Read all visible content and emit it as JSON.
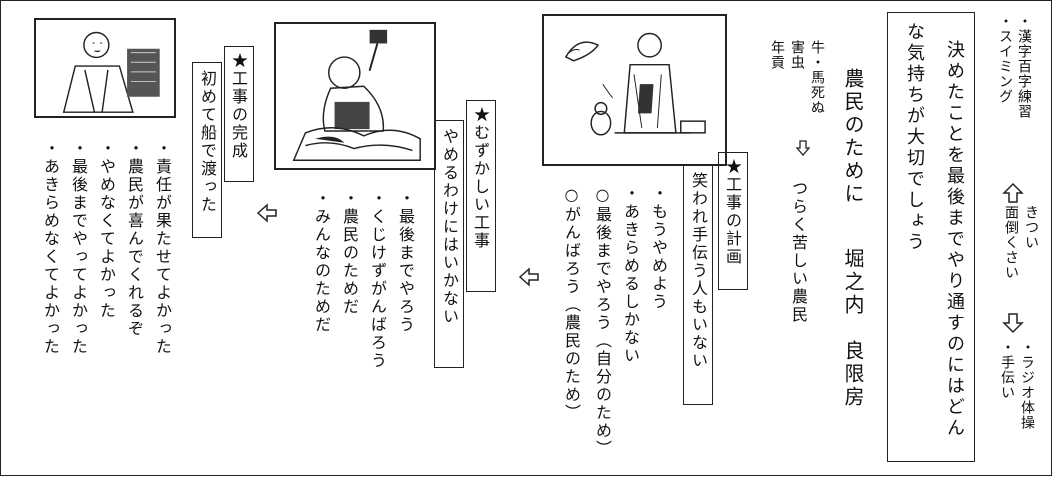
{
  "top_right": {
    "activities": [
      "・漢字百字練習",
      "・スイミング"
    ],
    "kitsui": "きつい",
    "mendou": "面倒くさい",
    "right_activities": [
      "・ラジオ体操",
      "・手伝い"
    ]
  },
  "theme_box": {
    "lines": [
      "決めたことを最後までやり通すのにはどん",
      "な気持ちが大切でしょう"
    ]
  },
  "title": {
    "main": "農民のために",
    "name": "堀之内　良限房"
  },
  "problems": {
    "items": [
      "牛・馬死ぬ",
      "害虫",
      "年貢"
    ],
    "result": "つらく苦しい農民"
  },
  "plan": {
    "heading": "★工事の計画",
    "subheading": "笑われ手伝う人もいない",
    "items": [
      "・もうやめよう",
      "・あきらめるしかない",
      "○最後までやろう（自分のため）",
      "○がんばろう（農民のため）"
    ]
  },
  "hard": {
    "heading": "★むずかしい工事",
    "subheading": "やめるわけにはいかない",
    "items": [
      "・最後までやろう",
      "・くじけずがんばろう",
      "・農民のためだ",
      "・みんなのためだ"
    ]
  },
  "complete": {
    "heading": "★工事の完成",
    "subheading": "初めて船で渡った",
    "items": [
      "・責任が果たせてよかった",
      "・農民が喜んでくれるぞ",
      "・やめなくてよかった",
      "・最後までやってよかった",
      "・あきらめなくてよかった"
    ]
  },
  "icons": {
    "arrow_up": "hollow-up-arrow-icon",
    "arrow_down": "hollow-down-arrow-icon",
    "arrow_down_small": "down-arrow-icon",
    "arrow_left": "hollow-left-arrow-icon"
  }
}
